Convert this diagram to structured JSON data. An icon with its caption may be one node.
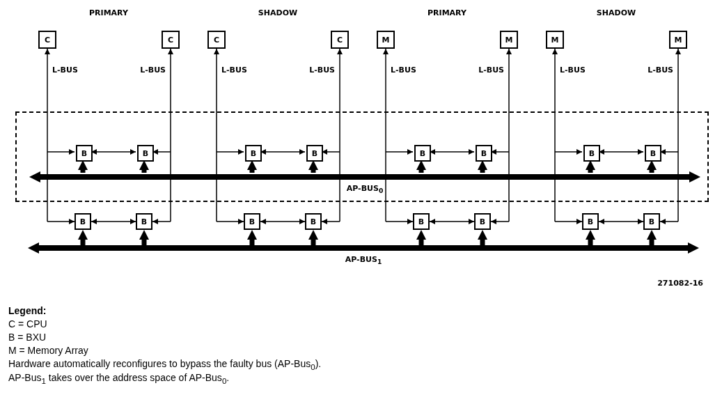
{
  "diagram": {
    "nodes": [
      {
        "text": [
          "C"
        ]
      },
      {
        "text": [
          "C"
        ]
      },
      {
        "text": [
          "C"
        ]
      },
      {
        "text": [
          "C"
        ]
      },
      {
        "text": [
          "M"
        ]
      },
      {
        "text": [
          "M"
        ]
      },
      {
        "text": [
          "M"
        ]
      },
      {
        "text": [
          "M"
        ]
      },
      {
        "text": [],
        "shape": "box"
      },
      {
        "text": [
          "B"
        ],
        "in": 8
      },
      {
        "text": [
          "B"
        ],
        "in": 8
      },
      {
        "text": [
          "B"
        ],
        "in": 8
      },
      {
        "text": [
          "B"
        ],
        "in": 8
      },
      {
        "text": [
          "B"
        ],
        "in": 8
      },
      {
        "text": [
          "B"
        ],
        "in": 8
      },
      {
        "text": [
          "B"
        ],
        "in": 8
      },
      {
        "text": [
          "B"
        ],
        "in": 8
      },
      {
        "text": [
          "AP-BUS$_{0}$"
        ],
        "in": 8
      },
      {
        "text": [
          "B"
        ]
      },
      {
        "text": [
          "B"
        ]
      },
      {
        "text": [
          "B"
        ]
      },
      {
        "text": [
          "B"
        ]
      },
      {
        "text": [
          "B"
        ]
      },
      {
        "text": [
          "B"
        ]
      },
      {
        "text": [
          "B"
        ]
      },
      {
        "text": [
          "B"
        ]
      },
      {
        "text": [
          "AP-BUS$_{1}$"
        ]
      }
    ],
    "edges": [
      {
        "from": 0,
        "to": 9,
        "arrow": "both",
        "label": "L-BUS"
      },
      {
        "from": 0,
        "to": 18,
        "arrow": "both"
      },
      {
        "from": 1,
        "to": 10,
        "arrow": "both",
        "label": "L-BUS"
      },
      {
        "from": 1,
        "to": 19,
        "arrow": "both"
      },
      {
        "from": 2,
        "to": 11,
        "arrow": "both",
        "label": "L-BUS"
      },
      {
        "from": 2,
        "to": 20,
        "arrow": "both"
      },
      {
        "from": 3,
        "to": 12,
        "arrow": "both",
        "label": "L-BUS"
      },
      {
        "from": 3,
        "to": 21,
        "arrow": "both"
      },
      {
        "from": 4,
        "to": 13,
        "arrow": "both",
        "label": "L-BUS"
      },
      {
        "from": 4,
        "to": 22,
        "arrow": "both"
      },
      {
        "from": 5,
        "to": 14,
        "arrow": "both",
        "label": "L-BUS"
      },
      {
        "from": 5,
        "to": 23,
        "arrow": "both"
      },
      {
        "from": 6,
        "to": 15,
        "arrow": "both",
        "label": "L-BUS"
      },
      {
        "from": 6,
        "to": 24,
        "arrow": "both"
      },
      {
        "from": 7,
        "to": 16,
        "arrow": "both",
        "label": "L-BUS"
      },
      {
        "from": 7,
        "to": 25,
        "arrow": "both"
      },
      {
        "from": 9,
        "to": 10,
        "arrow": "both"
      },
      {
        "from": 11,
        "to": 12,
        "arrow": "both"
      },
      {
        "from": 13,
        "to": 14,
        "arrow": "both"
      },
      {
        "from": 15,
        "to": 16,
        "arrow": "both"
      },
      {
        "from": 18,
        "to": 19,
        "arrow": "both"
      },
      {
        "from": 20,
        "to": 21,
        "arrow": "both"
      },
      {
        "from": 22,
        "to": 23,
        "arrow": "both"
      },
      {
        "from": 24,
        "to": 25,
        "arrow": "both"
      },
      {
        "from": 17,
        "to": 9,
        "arrow": "to",
        "style": "thick"
      },
      {
        "from": 17,
        "to": 10,
        "arrow": "to",
        "style": "thick"
      },
      {
        "from": 17,
        "to": 11,
        "arrow": "to",
        "style": "thick"
      },
      {
        "from": 17,
        "to": 12,
        "arrow": "to",
        "style": "thick"
      },
      {
        "from": 17,
        "to": 13,
        "arrow": "to",
        "style": "thick"
      },
      {
        "from": 17,
        "to": 14,
        "arrow": "to",
        "style": "thick"
      },
      {
        "from": 17,
        "to": 15,
        "arrow": "to",
        "style": "thick"
      },
      {
        "from": 17,
        "to": 16,
        "arrow": "to",
        "style": "thick"
      },
      {
        "from": 26,
        "to": 18,
        "arrow": "to",
        "style": "thick"
      },
      {
        "from": 26,
        "to": 19,
        "arrow": "to",
        "style": "thick"
      },
      {
        "from": 26,
        "to": 20,
        "arrow": "to",
        "style": "thick"
      },
      {
        "from": 26,
        "to": 21,
        "arrow": "to",
        "style": "thick"
      },
      {
        "from": 26,
        "to": 22,
        "arrow": "to",
        "style": "thick"
      },
      {
        "from": 26,
        "to": 23,
        "arrow": "to",
        "style": "thick"
      },
      {
        "from": 26,
        "to": 24,
        "arrow": "to",
        "style": "thick"
      },
      {
        "from": 26,
        "to": 25,
        "arrow": "to",
        "style": "thick"
      }
    ],
    "labels": [
      "PRIMARY",
      "SHADOW",
      "PRIMARY",
      "SHADOW",
      "271082-16",
      "Legend:",
      "C = CPU",
      "B = BXU",
      "M = Memory Array",
      "Hardware automatically reconfigures to bypass the faulty bus (AP-Bus$_{0}$).",
      "AP-Bus$_{1}$ takes over the address space of AP-Bus$_{0}$."
    ]
  }
}
